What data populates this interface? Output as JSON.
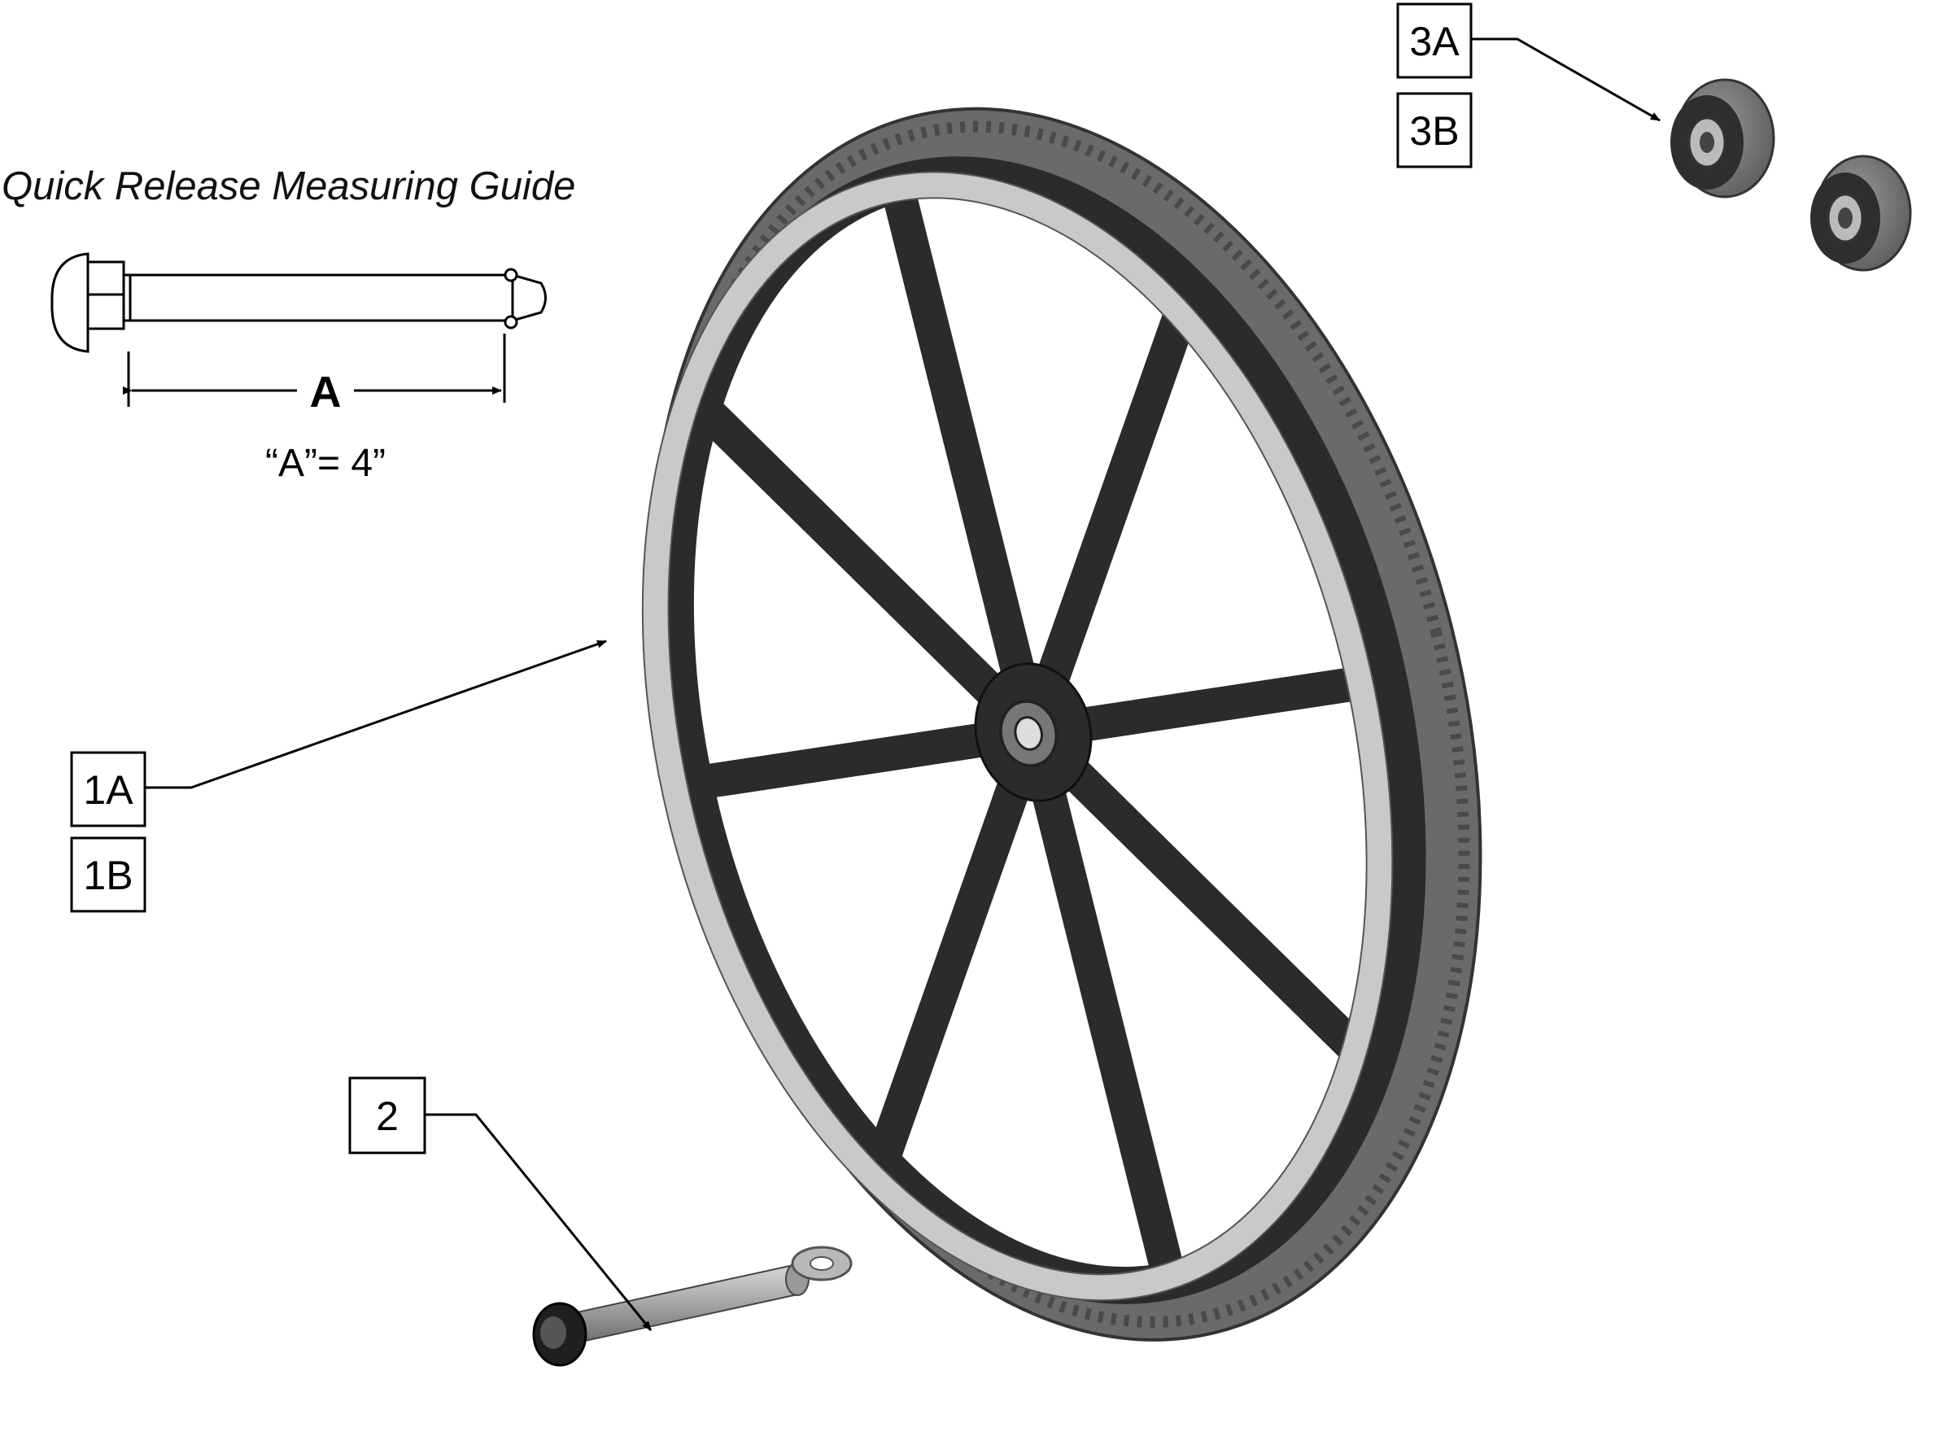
{
  "guide": {
    "title": "Quick Release Measuring Guide",
    "dimension_letter": "A",
    "dimension_note": "“A”= 4”"
  },
  "callouts": {
    "c1a": "1A",
    "c1b": "1B",
    "c2": "2",
    "c3a": "3A",
    "c3b": "3B"
  },
  "colors": {
    "tire": "#6a6a6a",
    "wheel_frame": "#2b2b2b",
    "handrim": "#c9c9c9",
    "bearing": "#7a7a7a",
    "line": "#000000"
  }
}
